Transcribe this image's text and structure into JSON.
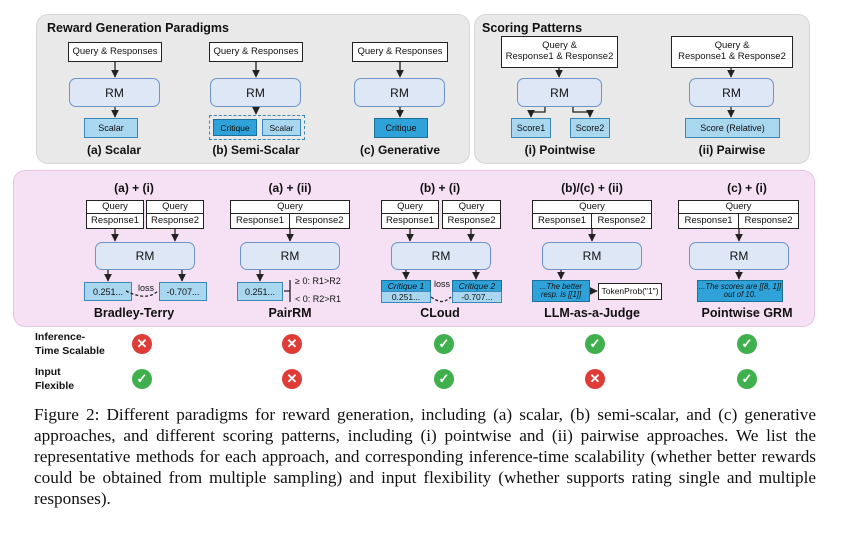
{
  "top_left": {
    "title": "Reward Generation Paradigms",
    "input_label": "Query & Responses",
    "rm_label": "RM",
    "scalar_out": "Scalar",
    "semi_out_critique": "Critique",
    "semi_out_scalar": "Scalar",
    "gen_out": "Critique",
    "captions": [
      "(a) Scalar",
      "(b) Semi-Scalar",
      "(c) Generative"
    ]
  },
  "top_right": {
    "title": "Scoring Patterns",
    "input_label": "Query &\nResponse1 & Response2",
    "rm_label": "RM",
    "score1": "Score1",
    "score2": "Score2",
    "score_rel": "Score (Relative)",
    "captions": [
      "(i) Pointwise",
      "(ii) Pairwise"
    ]
  },
  "bottom": {
    "query": "Query",
    "response1": "Response1",
    "response2": "Response2",
    "rm": "RM",
    "columns": [
      {
        "head": "(a) + (i)",
        "method": "Bradley-Terry",
        "inference": false,
        "input": true
      },
      {
        "head": "(a) + (ii)",
        "method": "PairRM",
        "inference": false,
        "input": false
      },
      {
        "head": "(b) + (i)",
        "method": "CLoud",
        "inference": true,
        "input": true
      },
      {
        "head": "(b)/(c) + (ii)",
        "method": "LLM-as-a-Judge",
        "inference": true,
        "input": false
      },
      {
        "head": "(c) + (i)",
        "method": "Pointwise GRM",
        "inference": true,
        "input": true
      }
    ],
    "bt_out1": "0.251...",
    "bt_out2": "-0.707...",
    "bt_loss": "loss",
    "pair_out": "0.251...",
    "pair_rule1": "≥ 0: R1>R2",
    "pair_rule2": "< 0: R2>R1",
    "cloud_crit1": "Critique 1",
    "cloud_crit2": "Critique 2",
    "cloud_out1": "0.251...",
    "cloud_out2": "-0.707...",
    "cloud_loss": "loss",
    "judge_text": "...The better resp. is [[1]]",
    "judge_prob": "TokenProb(\"1\")",
    "grm_text": "...The scores are [[8, 1]] out of 10."
  },
  "row_labels": {
    "inference": "Inference-\nTime Scalable",
    "input": "Input\nFlexible"
  },
  "icons": {
    "yes": "✓",
    "no": "✕",
    "yes_color": "#3fb04d",
    "no_color": "#e03c37"
  },
  "caption": "Figure 2: Different paradigms for reward generation, including (a) scalar, (b) semi-scalar, and (c) generative approaches, and different scoring patterns, including (i) pointwise and (ii) pairwise approaches. We list the representative methods for each approach, and corresponding inference-time scalability (whether better rewards could be obtained from multiple sampling) and input flexibility (whether supports rating single and multiple responses)."
}
